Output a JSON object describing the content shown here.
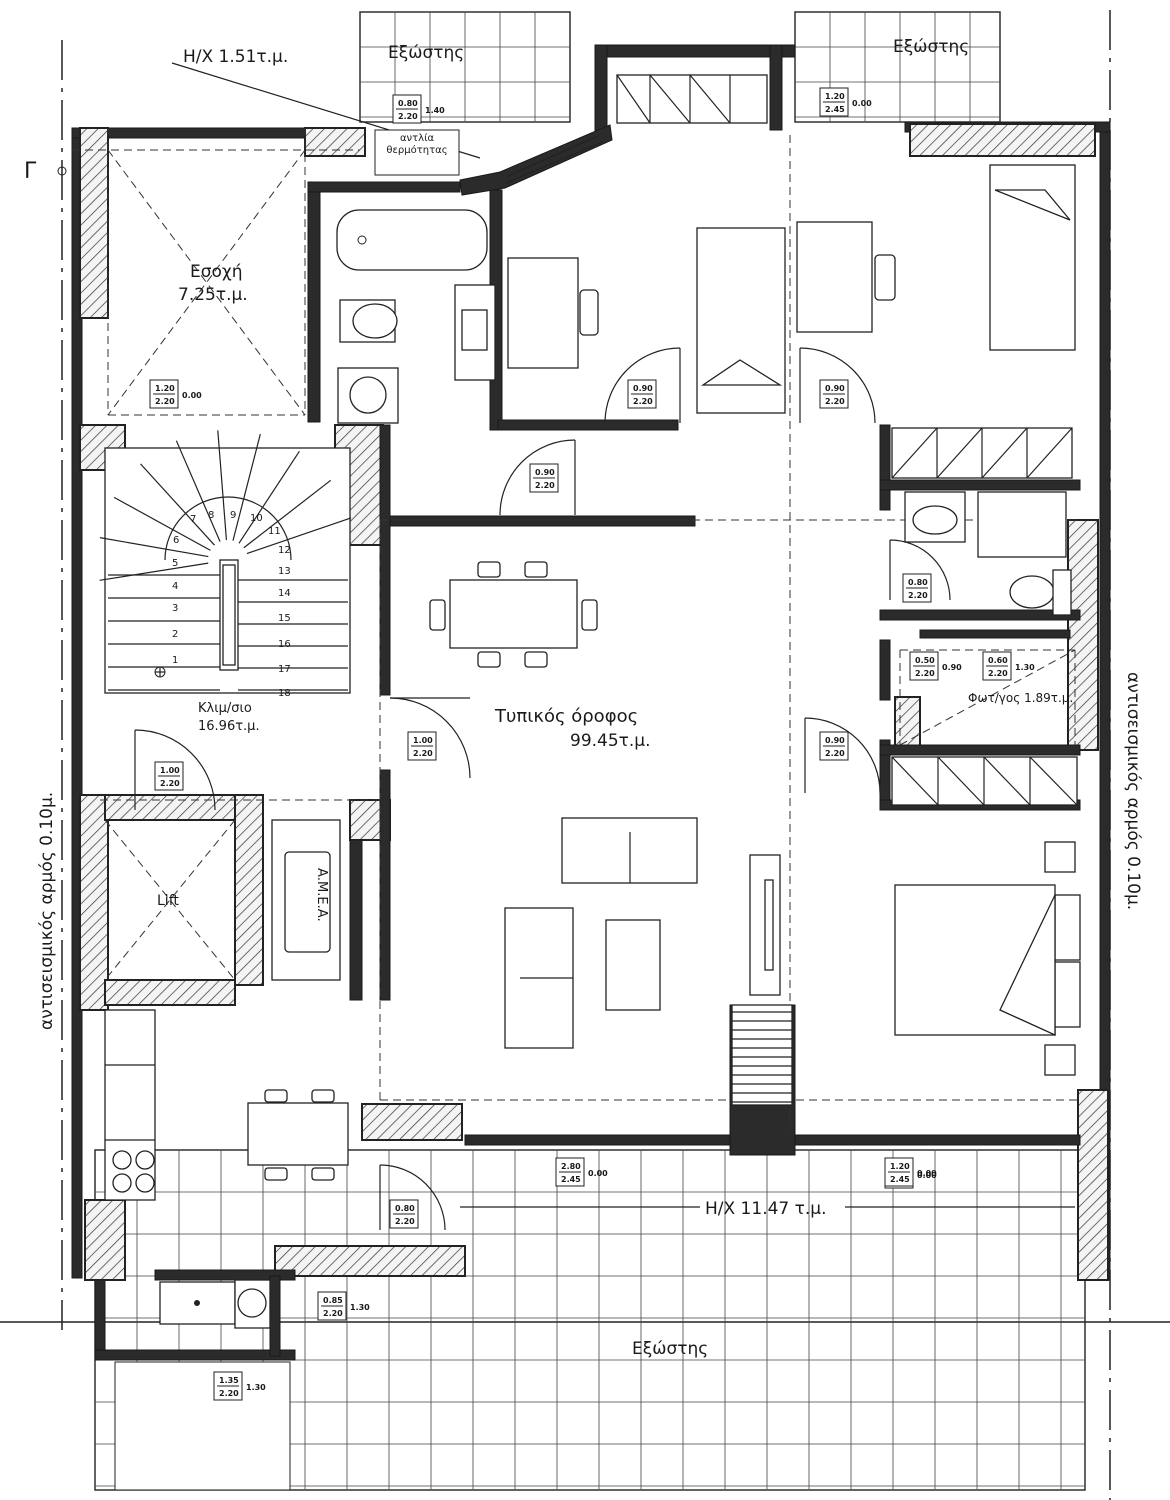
{
  "rooms": {
    "balcony_top_left": "Εξώστης",
    "balcony_top_right": "Εξώστης",
    "balcony_bottom": "Εξώστης",
    "niche": "Εσοχή",
    "niche_area": "7.25τ.μ.",
    "stair": "Κλιμ/σιο",
    "stair_area": "16.96τ.μ.",
    "lift": "Lift",
    "amea": "Α.Μ.Ε.Α.",
    "floor": "Τυπικός όροφος",
    "floor_area": "99.45τ.μ.",
    "lightwell": "Φωτ/γος 1.89τ.μ.",
    "heat_pump": "αντλία θερμότητας"
  },
  "annotations": {
    "hx_top": "Η/Χ 1.51τ.μ.",
    "hx_bottom": "Η/Χ 11.47 τ.μ.",
    "seismic_left": "αντισεισμικός αρμός 0.10μ.",
    "seismic_right": "αντισεισμικός αρμός 0.10μ.",
    "axis_marker": "Γ"
  },
  "opening_tags": [
    {
      "w": "0.80",
      "h": "2.20",
      "sill": "1.40"
    },
    {
      "w": "1.20",
      "h": "2.45",
      "sill": "0.00"
    },
    {
      "w": "1.20",
      "h": "2.45",
      "sill": "0.00"
    },
    {
      "w": "1.20",
      "h": "2.20",
      "sill": "0.00"
    },
    {
      "w": "0.90",
      "h": "2.20",
      "sill": ""
    },
    {
      "w": "0.90",
      "h": "2.20",
      "sill": ""
    },
    {
      "w": "0.90",
      "h": "2.20",
      "sill": ""
    },
    {
      "w": "0.80",
      "h": "2.20",
      "sill": ""
    },
    {
      "w": "0.50",
      "h": "2.20",
      "sill": "0.90"
    },
    {
      "w": "0.60",
      "h": "2.20",
      "sill": "1.30"
    },
    {
      "w": "1.00",
      "h": "2.20",
      "sill": ""
    },
    {
      "w": "1.00",
      "h": "2.20",
      "sill": ""
    },
    {
      "w": "0.90",
      "h": "2.20",
      "sill": ""
    },
    {
      "w": "2.80",
      "h": "2.45",
      "sill": "0.00"
    },
    {
      "w": "1.20",
      "h": "2.45",
      "sill": "0.00"
    },
    {
      "w": "0.80",
      "h": "2.20",
      "sill": ""
    },
    {
      "w": "0.85",
      "h": "2.20",
      "sill": "1.30"
    },
    {
      "w": "1.35",
      "h": "2.20",
      "sill": "1.30"
    }
  ],
  "stair_steps": [
    "1",
    "2",
    "3",
    "4",
    "5",
    "6",
    "7",
    "8",
    "9",
    "10",
    "11",
    "12",
    "13",
    "14",
    "15",
    "16",
    "17",
    "18"
  ],
  "colors": {
    "wall": "#2b2b2b",
    "line": "#222222",
    "background": "#ffffff"
  }
}
